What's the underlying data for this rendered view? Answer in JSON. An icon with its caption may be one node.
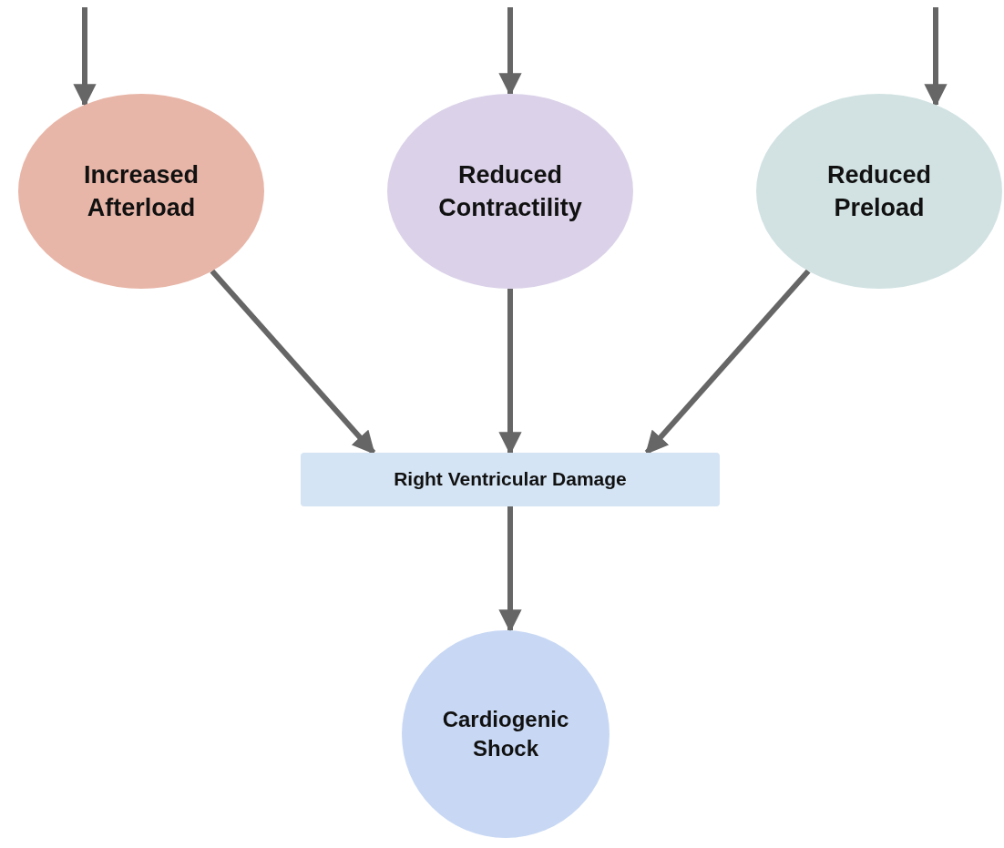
{
  "diagram": {
    "nodes": [
      {
        "text": [
          "Increased Afterload"
        ]
      },
      {
        "text": [
          "Reduced Contractility"
        ]
      },
      {
        "text": [
          "Reduced Preload"
        ]
      },
      {
        "text": [
          "Right Ventricular Damage"
        ]
      },
      {
        "text": [
          "Cardiogenic Shock"
        ]
      }
    ],
    "edges": [
      {
        "from": null,
        "to": 0,
        "arrow": "to"
      },
      {
        "from": null,
        "to": 1,
        "arrow": "to"
      },
      {
        "from": null,
        "to": 2,
        "arrow": "to"
      },
      {
        "from": 0,
        "to": 3,
        "arrow": "to"
      },
      {
        "from": 1,
        "to": 3,
        "arrow": "to"
      },
      {
        "from": 2,
        "to": 3,
        "arrow": "to"
      },
      {
        "from": 3,
        "to": 4,
        "arrow": "to"
      }
    ]
  }
}
